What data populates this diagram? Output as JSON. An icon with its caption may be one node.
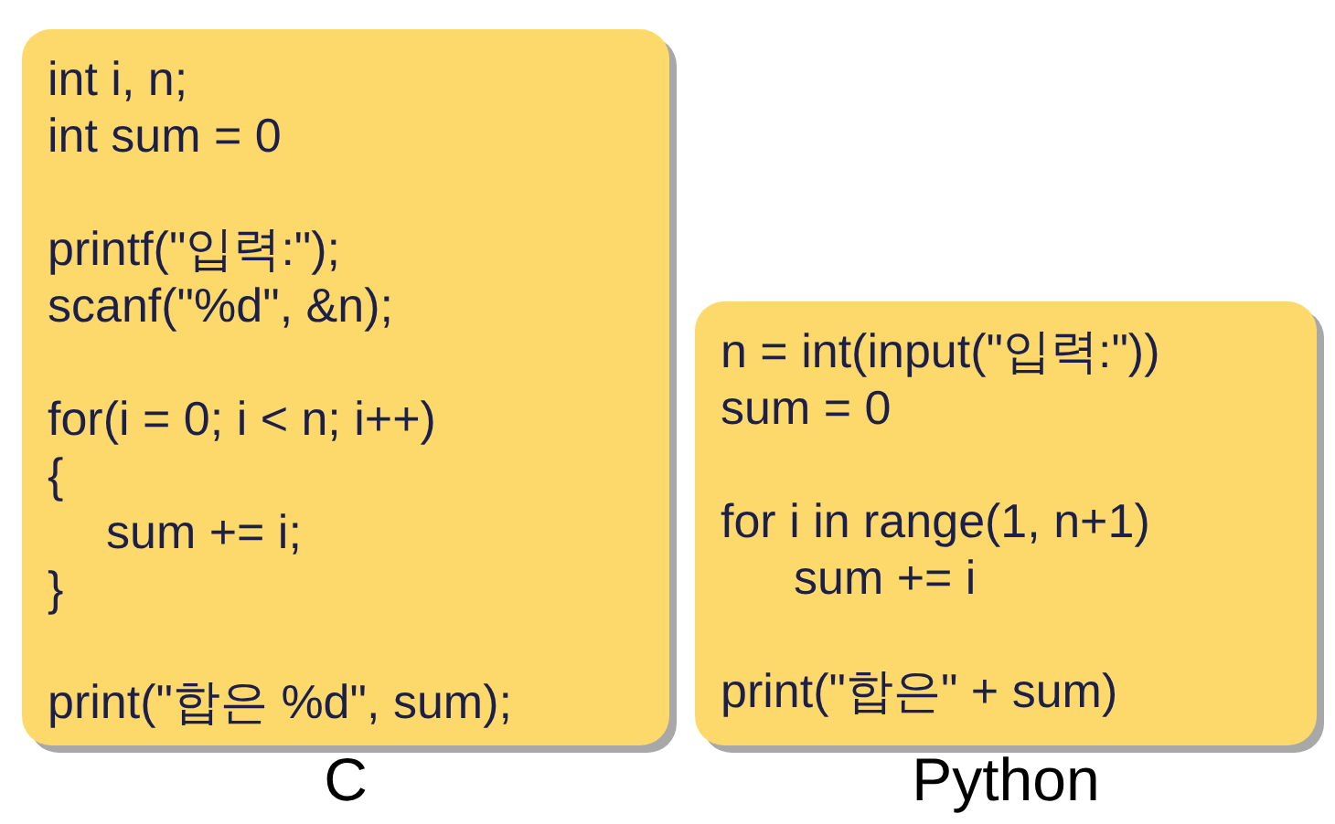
{
  "diagram": {
    "nodes": [
      {
        "text": [
          "int i, n;",
          "int sum = 0",
          "printf(\"입력:\");",
          "scanf(\"%d\", &n);",
          "for(i = 0; i < n; i++)",
          "{",
          "sum += i;",
          "}",
          "print(\"합은 %d\", sum);"
        ],
        "beside": [
          "C"
        ]
      },
      {
        "text": [
          "n = int(input(\"입력:\"))",
          "sum = 0",
          "for i in range(1, n+1)",
          "sum += i",
          "print(\"합은\" + sum)"
        ],
        "beside": [
          "Python"
        ]
      }
    ]
  }
}
